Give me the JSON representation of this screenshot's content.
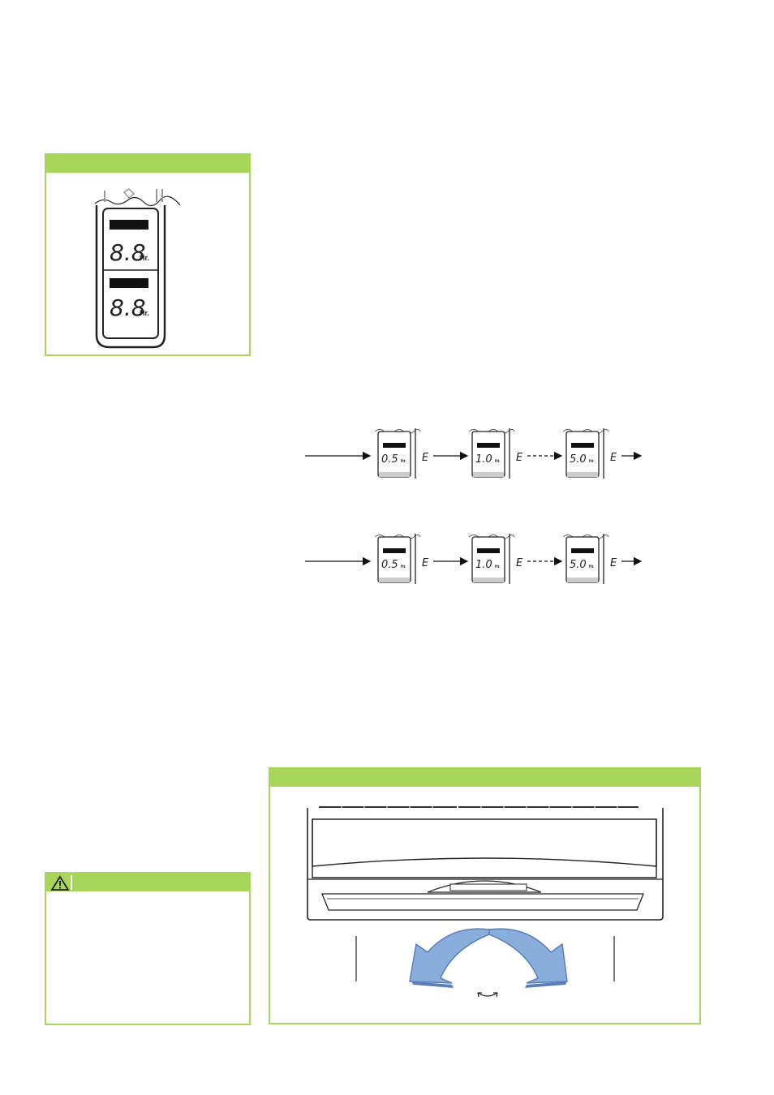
{
  "timer_panel": {
    "title": "",
    "digits_top": "8.8",
    "digits_bottom": "8.8",
    "unit": "Hr."
  },
  "timer_sequences": [
    {
      "steps": [
        {
          "value": "0.5",
          "unit": "Hr."
        },
        {
          "value": "1.0",
          "unit": "Hr."
        },
        {
          "value": "5.0",
          "unit": "Hr."
        }
      ],
      "separator_glyph": "E"
    },
    {
      "steps": [
        {
          "value": "0.5",
          "unit": "Hr."
        },
        {
          "value": "1.0",
          "unit": "Hr."
        },
        {
          "value": "5.0",
          "unit": "Hr."
        }
      ],
      "separator_glyph": "E"
    }
  ],
  "warning_panel": {
    "title": "",
    "icon": "warning-triangle-icon"
  },
  "airflow_panel": {
    "title": "",
    "icon": "swing-arrow-icon"
  },
  "colors": {
    "accent": "#a8d65a",
    "airflow_arrow": "#8aaedc",
    "airflow_arrow_dark": "#5a7fb8"
  }
}
